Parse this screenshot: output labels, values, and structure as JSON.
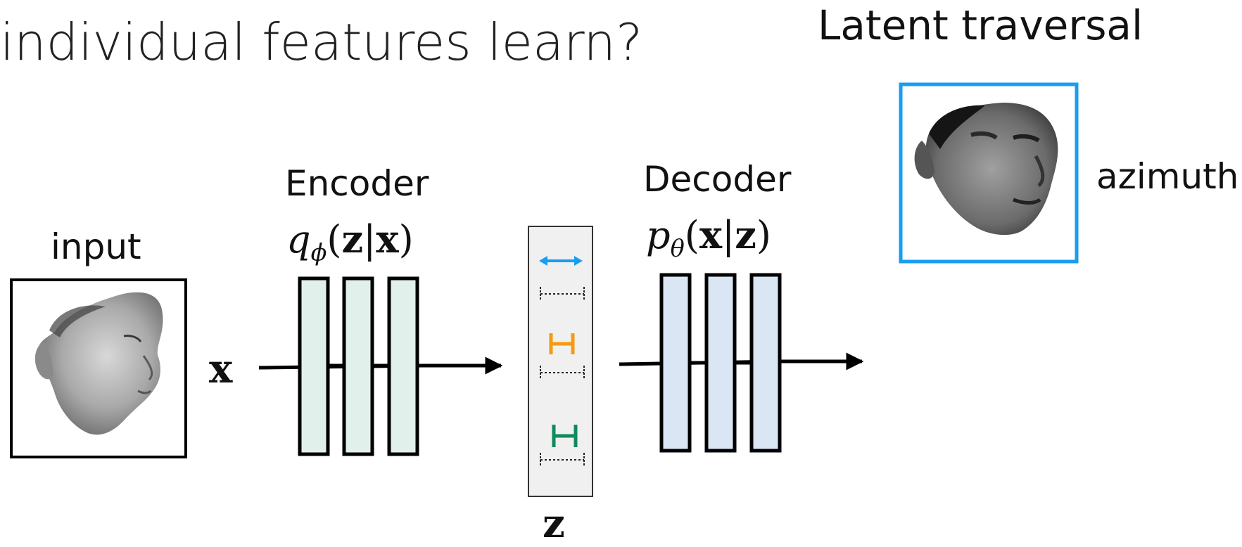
{
  "heading": "individual features learn?",
  "traversal": {
    "title": "Latent traversal",
    "attribute_label": "azimuth"
  },
  "input": {
    "label": "input",
    "symbol": "x"
  },
  "encoder": {
    "label": "Encoder",
    "fn": "q",
    "param": "ϕ",
    "arg1": "z",
    "arg2": "x"
  },
  "decoder": {
    "label": "Decoder",
    "fn": "p",
    "param": "θ",
    "arg1": "x",
    "arg2": "z"
  },
  "latent": {
    "symbol": "z"
  },
  "colors": {
    "encoder_fill": "#e1f0ea",
    "decoder_fill": "#dbe6f4",
    "latent_fill": "#f0f0f0",
    "traversal_border": "#1a9cf0",
    "arrow_blue": "#1a9cf0",
    "marker_orange": "#f59a12",
    "marker_green": "#0f8a5c"
  },
  "icons": {
    "input_image": "face-profile-icon",
    "traversal_image": "face-rotated-icon",
    "latent_markers": [
      "double-arrow-icon",
      "interval-bracket-icon",
      "interval-bracket-icon",
      "interval-bracket-icon"
    ]
  }
}
